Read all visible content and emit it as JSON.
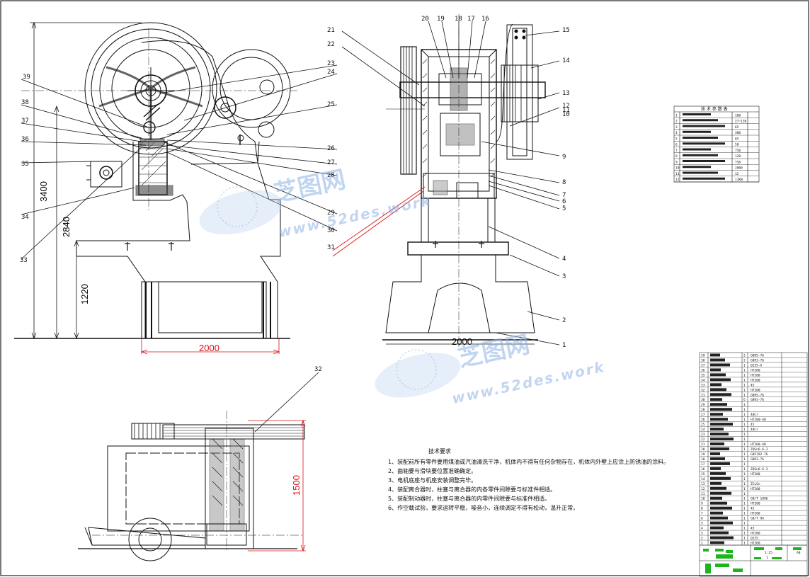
{
  "callouts_left": [
    "39",
    "38",
    "37",
    "36",
    "35",
    "34",
    "33",
    "23",
    "24",
    "25",
    "26",
    "27",
    "28",
    "29",
    "30"
  ],
  "callouts_right": [
    "20",
    "19",
    "18",
    "17",
    "16",
    "21",
    "22",
    "15",
    "14",
    "13",
    "12",
    "11",
    "10",
    "9",
    "8",
    "7",
    "6",
    "5",
    "4",
    "3",
    "2",
    "1",
    "31"
  ],
  "callout_32": "32",
  "dimensions": {
    "h_total": "3400",
    "h_mid": "2840",
    "h_low": "1220",
    "w_front": "2000",
    "w_side": "2000",
    "h_top": "1500"
  },
  "tech_params_title": "技 术 参 数 表",
  "tech_params_values": [
    "100",
    "27~130",
    "65",
    "380",
    "65",
    "50",
    "750",
    "120",
    "750",
    "2000",
    "32",
    "11KW"
  ],
  "notes": {
    "title": "技术要求",
    "items": [
      "1、装配前所有零件要用煤油或汽油清洗干净，机体内不得有任何杂物存在，机体内外壁上应涂上防锈油的涂料。",
      "2、曲轴要与滑块要位置准确确定。",
      "3、电机底座与机座安装调整完毕。",
      "4、装配离合器时，柱塞与离合器的内各零件间隙要与标准件相适。",
      "5、装配制动器时，柱塞与离合器的内零件间隙要与标准件相适。",
      "6、作空载试验，要求运转平稳，噪音小，连续调定不得有松动，温升正常。"
    ]
  },
  "watermark": {
    "cn": "芝图网",
    "en": "www.52des.work"
  },
  "bom_rows": [
    {
      "no": "39",
      "qty": "2",
      "std": "GB95-76"
    },
    {
      "no": "38",
      "qty": "2",
      "std": "GB93-76"
    },
    {
      "no": "37",
      "qty": "1",
      "std": "Q235-A"
    },
    {
      "no": "36",
      "qty": "1",
      "std": "HT200"
    },
    {
      "no": "35",
      "qty": "1",
      "std": "HT200"
    },
    {
      "no": "34",
      "qty": "1",
      "std": "HT200"
    },
    {
      "no": "33",
      "qty": "1",
      "std": "45"
    },
    {
      "no": "32",
      "qty": "1",
      "std": "HT200"
    },
    {
      "no": "31",
      "qty": "1",
      "std": "GB95-76"
    },
    {
      "no": "30",
      "qty": "6",
      "std": "GB93-76"
    },
    {
      "no": "29",
      "qty": "1",
      "std": ""
    },
    {
      "no": "28",
      "qty": "1",
      "std": ""
    },
    {
      "no": "27",
      "qty": "1",
      "std": "40Cr"
    },
    {
      "no": "26",
      "qty": "1",
      "std": "HT200-40"
    },
    {
      "no": "25",
      "qty": "1",
      "std": "45"
    },
    {
      "no": "24",
      "qty": "1",
      "std": "40Cr"
    },
    {
      "no": "23",
      "qty": "1",
      "std": ""
    },
    {
      "no": "22",
      "qty": "1",
      "std": ""
    },
    {
      "no": "21",
      "qty": "1",
      "std": "HT200-40"
    },
    {
      "no": "20",
      "qty": "1",
      "std": "ZQSn6-6-3"
    },
    {
      "no": "19",
      "qty": "1",
      "std": "GB5782-76"
    },
    {
      "no": "18",
      "qty": "1",
      "std": "GB93-76"
    },
    {
      "no": "17",
      "qty": "1",
      "std": ""
    },
    {
      "no": "16",
      "qty": "1",
      "std": "ZQSn6-6-3"
    },
    {
      "no": "15",
      "qty": "1",
      "std": "HT200"
    },
    {
      "no": "14",
      "qty": "1",
      "std": ""
    },
    {
      "no": "13",
      "qty": "1",
      "std": "ZCuSn"
    },
    {
      "no": "12",
      "qty": "1",
      "std": "HT200"
    },
    {
      "no": "11",
      "qty": "1",
      "std": ""
    },
    {
      "no": "10",
      "qty": "1",
      "std": "GB/T 1096"
    },
    {
      "no": "9",
      "qty": "1",
      "std": "HT200"
    },
    {
      "no": "8",
      "qty": "1",
      "std": "45"
    },
    {
      "no": "7",
      "qty": "1",
      "std": "HT200"
    },
    {
      "no": "6",
      "qty": "1",
      "std": "GB/T 96"
    },
    {
      "no": "5",
      "qty": "1",
      "std": ""
    },
    {
      "no": "4",
      "qty": "1",
      "std": "45"
    },
    {
      "no": "3",
      "qty": "1",
      "std": "HT200"
    },
    {
      "no": "2",
      "qty": "1",
      "std": "Q235"
    },
    {
      "no": "1",
      "qty": "1",
      "std": "HT200"
    }
  ],
  "title_block": {
    "scale": "1:25",
    "sheet": "A0",
    "count": "1"
  }
}
